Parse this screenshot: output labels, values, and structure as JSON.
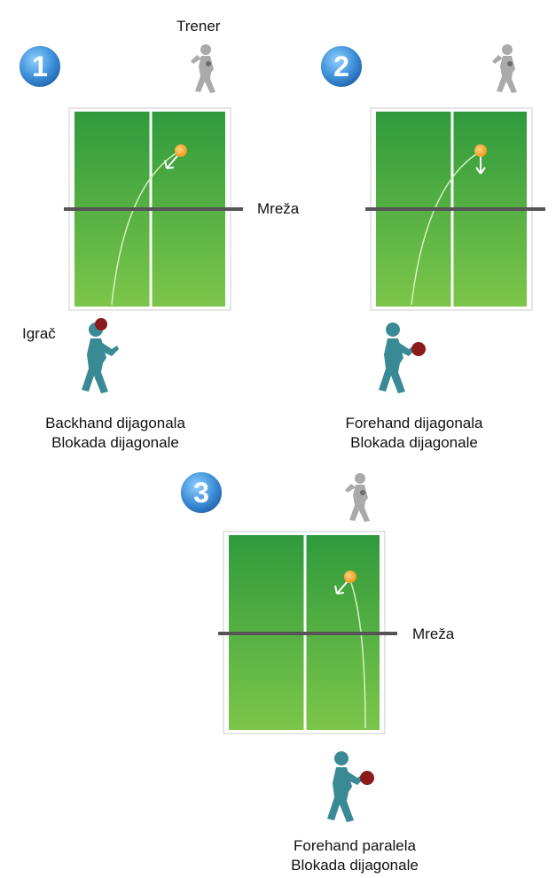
{
  "labels": {
    "coach": "Trener",
    "player": "Igrač",
    "net_1": "Mreža",
    "net_3": "Mreža"
  },
  "drills": [
    {
      "number": "1",
      "caption_line1": "Backhand dijagonala",
      "caption_line2": "Blokada dijagonale"
    },
    {
      "number": "2",
      "caption_line1": "Forehand dijagonala",
      "caption_line2": "Blokada dijagonale"
    },
    {
      "number": "3",
      "caption_line1": "Forehand paralela",
      "caption_line2": "Blokada dijagonale"
    }
  ],
  "colors": {
    "badge_blue": "#3d8fd8",
    "table_green_top": "#2f9a3c",
    "table_green_bottom": "#7cc64a",
    "net": "#555555",
    "ball": "#f5a623",
    "player": "#3a8a96",
    "coach": "#aaaaaa",
    "paddle": "#8b1a1a"
  },
  "icons": [
    "number-badge-icon",
    "coach-figure-icon",
    "player-figure-icon",
    "paddle-icon",
    "ball-icon",
    "net-icon"
  ]
}
